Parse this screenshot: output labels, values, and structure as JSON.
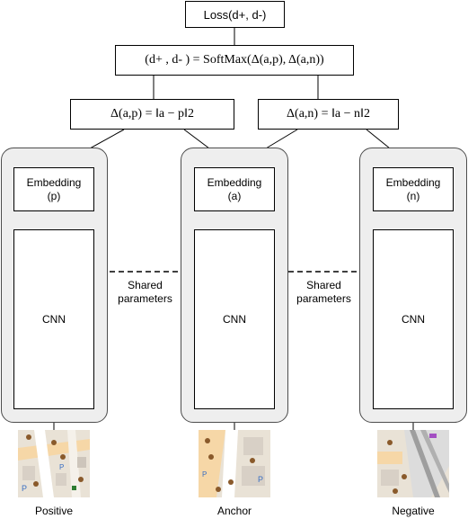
{
  "loss": {
    "label": "Loss(d+, d-)"
  },
  "softmax": {
    "label": "(d+ , d- ) = SoftMax(Δ(a,p), Δ(a,n))"
  },
  "distance_ap": {
    "label": "Δ(a,p) = ‖a − p‖2"
  },
  "distance_an": {
    "label": "Δ(a,n) = ‖a − n‖2"
  },
  "branches": [
    {
      "embedding": "Embedding (p)",
      "cnn": "CNN",
      "caption": "Positive"
    },
    {
      "embedding": "Embedding (a)",
      "cnn": "CNN",
      "caption": "Anchor"
    },
    {
      "embedding": "Embedding (n)",
      "cnn": "CNN",
      "caption": "Negative"
    }
  ],
  "shared_label": "Shared parameters",
  "colors": {
    "group_fill": "#eeeeee",
    "line": "#000000"
  }
}
